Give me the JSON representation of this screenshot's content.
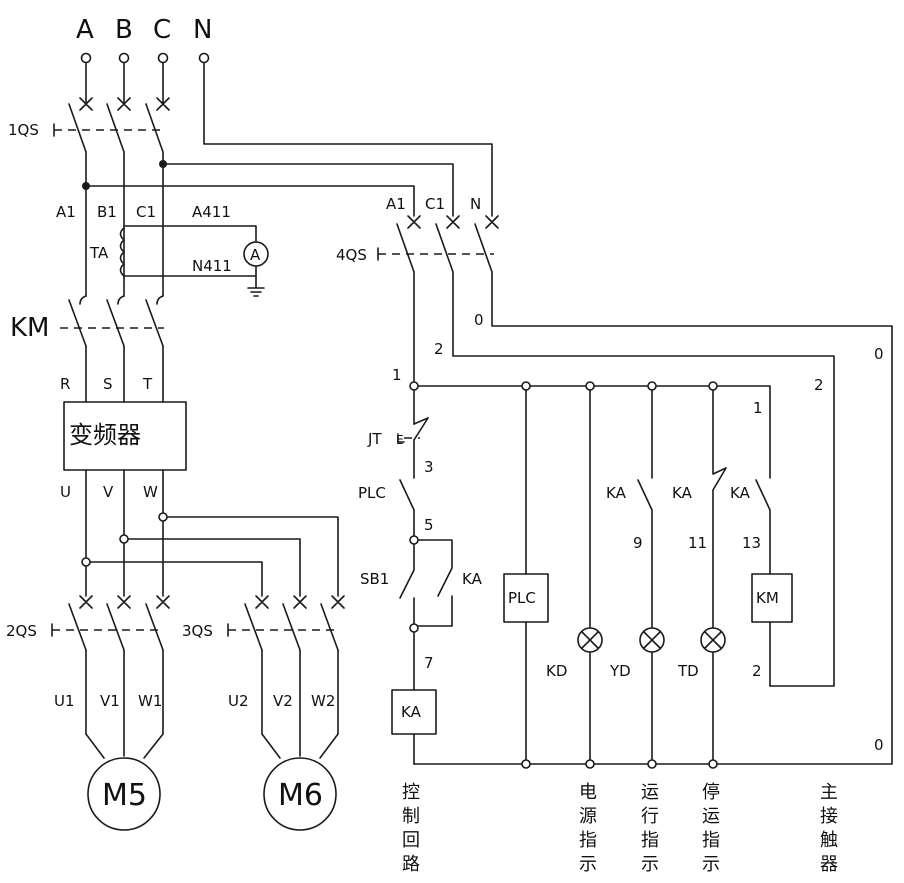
{
  "phases": [
    "A",
    "B",
    "C",
    "N"
  ],
  "breakers": {
    "qs1": "1QS",
    "qs2": "2QS",
    "qs3": "3QS",
    "qs4": "4QS"
  },
  "nodes": {
    "a1": "A1",
    "b1": "B1",
    "c1": "C1",
    "a411": "A411",
    "n411": "N411",
    "ta": "TA",
    "ammeter": "A",
    "a1_right": "A1",
    "c1_right": "C1",
    "n_right": "N"
  },
  "contactor": "KM",
  "vfd": {
    "in_r": "R",
    "in_s": "S",
    "in_t": "T",
    "label": "变频器",
    "out_u": "U",
    "out_v": "V",
    "out_w": "W"
  },
  "motors": {
    "m5": {
      "name": "M5",
      "u": "U1",
      "v": "V1",
      "w": "W1"
    },
    "m6": {
      "name": "M6",
      "u": "U2",
      "v": "V2",
      "w": "W2"
    }
  },
  "control": {
    "wire_0_top": "0",
    "wire_2_top": "2",
    "wire_0_right": "0",
    "wire_2_right": "2",
    "wire_1": "1",
    "wire_1_right": "1",
    "wire_3": "3",
    "wire_5": "5",
    "wire_7": "7",
    "wire_9": "9",
    "wire_11": "11",
    "wire_13": "13",
    "wire_2_bottom": "2",
    "wire_0_bottom": "0",
    "jt": "JT",
    "jt_e": "E",
    "plc_contact": "PLC",
    "sb1": "SB1",
    "ka_contact": "KA",
    "ka_coil": "KA",
    "plc_box": "PLC",
    "km_coil": "KM",
    "ka_run": "KA",
    "ka_stop": "KA",
    "ka_main": "KA",
    "kd": "KD",
    "yd": "YD",
    "td": "TD"
  },
  "sections": {
    "control_loop": [
      "控",
      "制",
      "回",
      "路"
    ],
    "power_indicator": [
      "电",
      "源",
      "指",
      "示"
    ],
    "run_indicator": [
      "运",
      "行",
      "指",
      "示"
    ],
    "stop_indicator": [
      "停",
      "运",
      "指",
      "示"
    ],
    "main_contactor": [
      "主",
      "接",
      "触",
      "器"
    ]
  }
}
